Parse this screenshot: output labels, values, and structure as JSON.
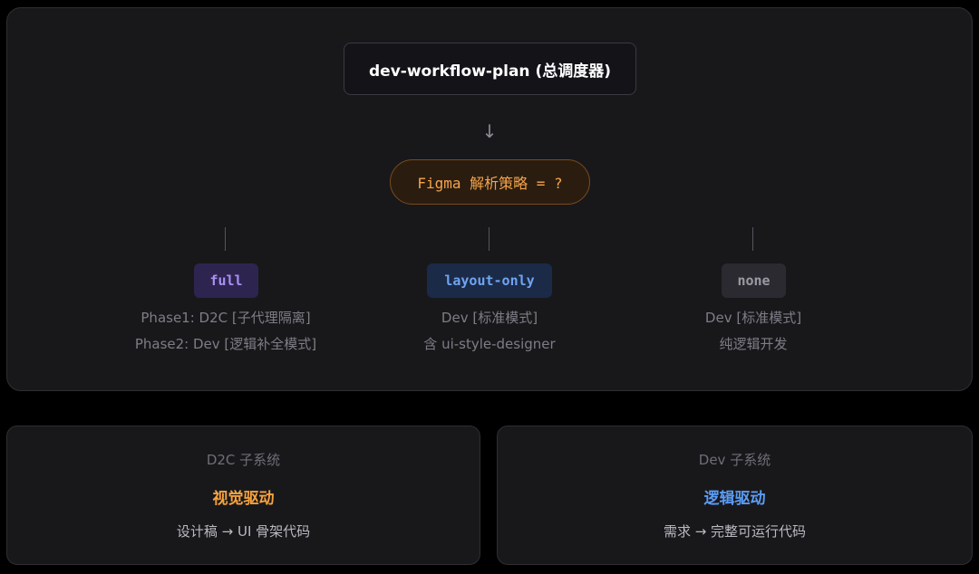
{
  "root": {
    "label": "dev-workflow-plan (总调度器)"
  },
  "arrow": "↓",
  "decision": {
    "label": "Figma 解析策略 = ?"
  },
  "branches": [
    {
      "tag": "full",
      "line1": "Phase1: D2C [子代理隔离]",
      "line2": "Phase2: Dev [逻辑补全模式]"
    },
    {
      "tag": "layout-only",
      "line1": "Dev [标准模式]",
      "line2": "含 ui-style-designer"
    },
    {
      "tag": "none",
      "line1": "Dev [标准模式]",
      "line2": "纯逻辑开发"
    }
  ],
  "subsystems": [
    {
      "subtitle": "D2C 子系统",
      "title": "视觉驱动",
      "desc": "设计稿 → UI 骨架代码"
    },
    {
      "subtitle": "Dev 子系统",
      "title": "逻辑驱动",
      "desc": "需求 → 完整可运行代码"
    }
  ]
}
